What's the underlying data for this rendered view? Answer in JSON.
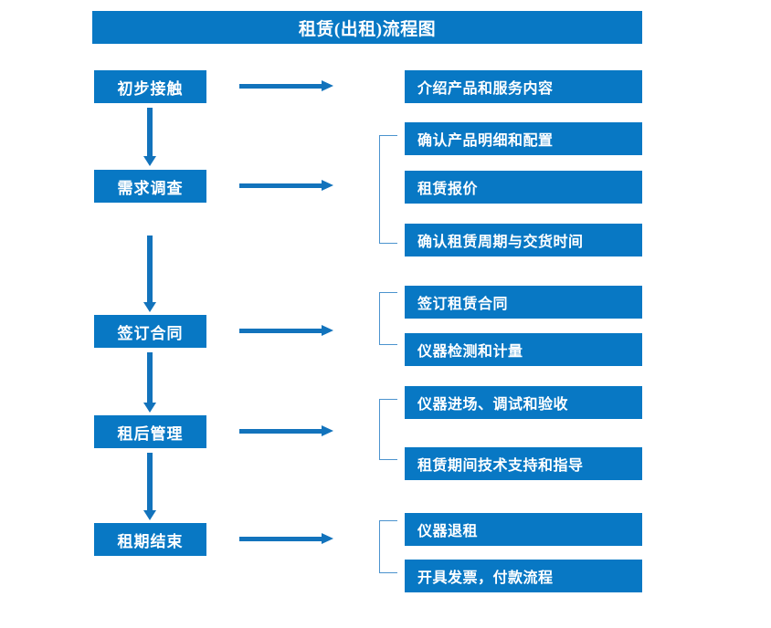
{
  "title": "租赁(出租)流程图",
  "colors": {
    "box_fill": "#0878C4",
    "box_text": "#FFFFFF",
    "arrow": "#1273BC",
    "bracket": "#4B93CE",
    "background": "#FFFFFF"
  },
  "stages": [
    {
      "label": "初步接触"
    },
    {
      "label": "需求调查"
    },
    {
      "label": "签订合同"
    },
    {
      "label": "租后管理"
    },
    {
      "label": "租期结束"
    }
  ],
  "details": [
    {
      "label": "介绍产品和服务内容"
    },
    {
      "label": "确认产品明细和配置"
    },
    {
      "label": "租赁报价"
    },
    {
      "label": "确认租赁周期与交货时间"
    },
    {
      "label": "签订租赁合同"
    },
    {
      "label": "仪器检测和计量"
    },
    {
      "label": "仪器进场、调试和验收"
    },
    {
      "label": "租赁期间技术支持和指导"
    },
    {
      "label": "仪器退租"
    },
    {
      "label": "开具发票，付款流程"
    }
  ]
}
